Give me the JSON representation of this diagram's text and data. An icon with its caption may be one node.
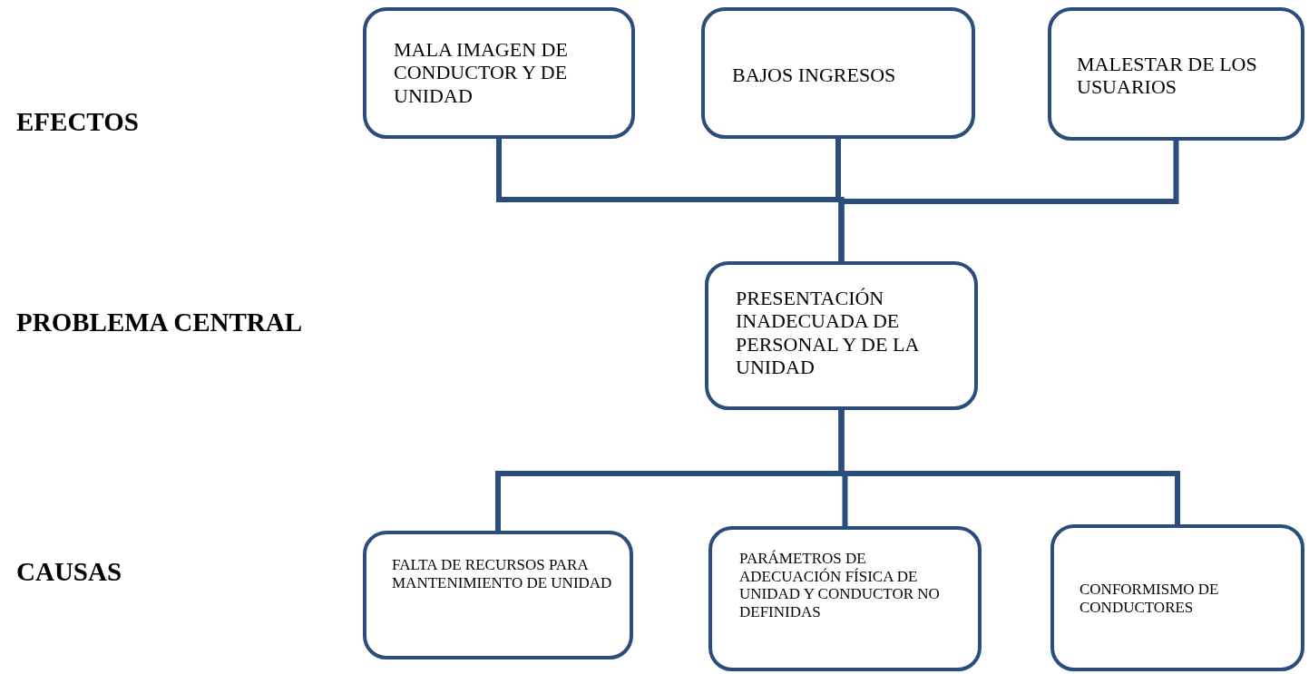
{
  "diagram": {
    "nodes": [
      {
        "text": [
          "MALA IMAGEN DE CONDUCTOR Y DE UNIDAD"
        ]
      },
      {
        "text": [
          "BAJOS INGRESOS"
        ]
      },
      {
        "text": [
          "MALESTAR DE LOS USUARIOS"
        ]
      },
      {
        "text": [
          "PRESENTACIÓN INADECUADA DE PERSONAL Y DE LA UNIDAD"
        ]
      },
      {
        "text": [
          "FALTA DE RECURSOS PARA MANTENIMIENTO DE UNIDAD"
        ]
      },
      {
        "text": [
          "PARÁMETROS DE ADECUACIÓN FÍSICA DE UNIDAD Y CONDUCTOR NO DEFINIDAS"
        ]
      },
      {
        "text": [
          "CONFORMISMO DE CONDUCTORES"
        ]
      }
    ],
    "edges": [
      {
        "from": 0,
        "to": 3,
        "arrow": "none"
      },
      {
        "from": 1,
        "to": 3,
        "arrow": "none"
      },
      {
        "from": 2,
        "to": 3,
        "arrow": "none"
      },
      {
        "from": 4,
        "to": 3,
        "arrow": "none"
      },
      {
        "from": 5,
        "to": 3,
        "arrow": "none"
      },
      {
        "from": 6,
        "to": 3,
        "arrow": "none"
      }
    ],
    "labels": [
      "EFECTOS",
      "PROBLEMA CENTRAL",
      "CAUSAS"
    ]
  }
}
